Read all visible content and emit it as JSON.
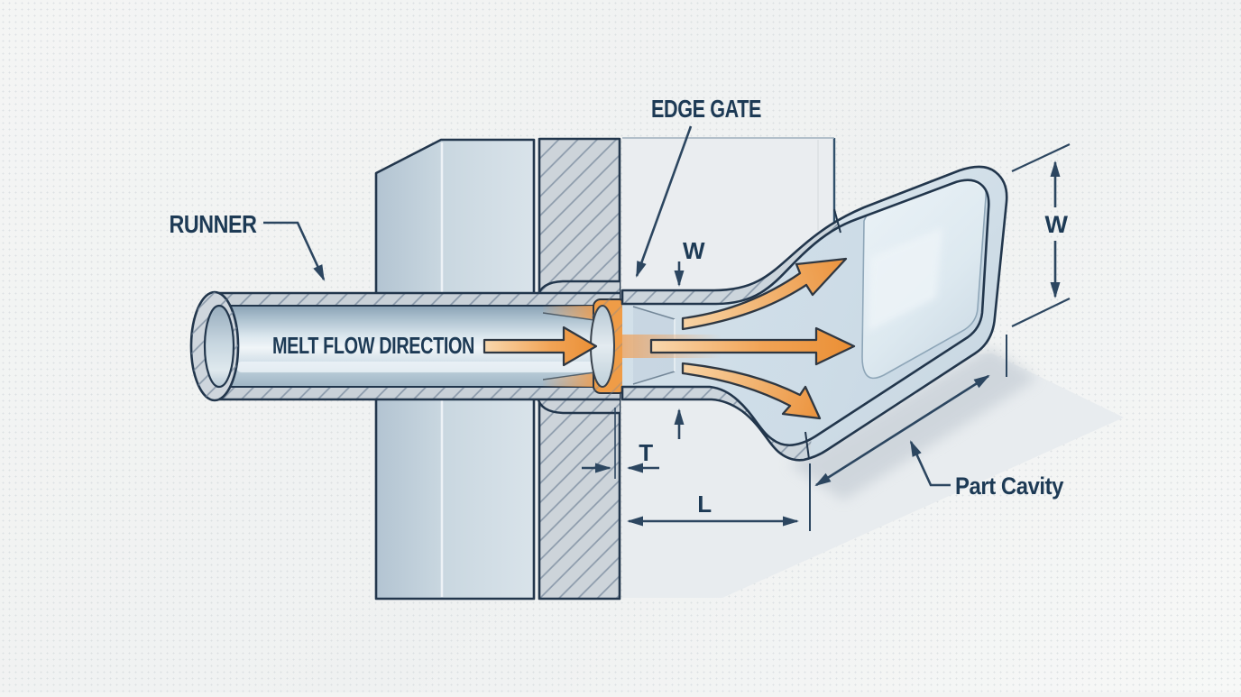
{
  "diagram": {
    "subject": "Edge gate injection molding cross-section illustration",
    "callouts": {
      "edge_gate": "EDGE GATE",
      "runner": "RUNNER",
      "part_cavity": "Part Cavity"
    },
    "flow": {
      "label": "MELT FLOW DIRECTION",
      "direction": "left-to-right"
    },
    "dimensions": {
      "gate_width": "W",
      "gate_thickness": "T",
      "gate_land_length": "L",
      "part_width": "W"
    },
    "colors": {
      "ink": "#1d3a55",
      "dimension_line": "#2c4660",
      "outline": "#22364c",
      "melt_orange": "#f0a159",
      "steel_light": "#ccd5dc",
      "cavity_blue": "#d6e2eb",
      "plate_blue": "#c5d4df",
      "background": "#f3f4f2"
    }
  }
}
